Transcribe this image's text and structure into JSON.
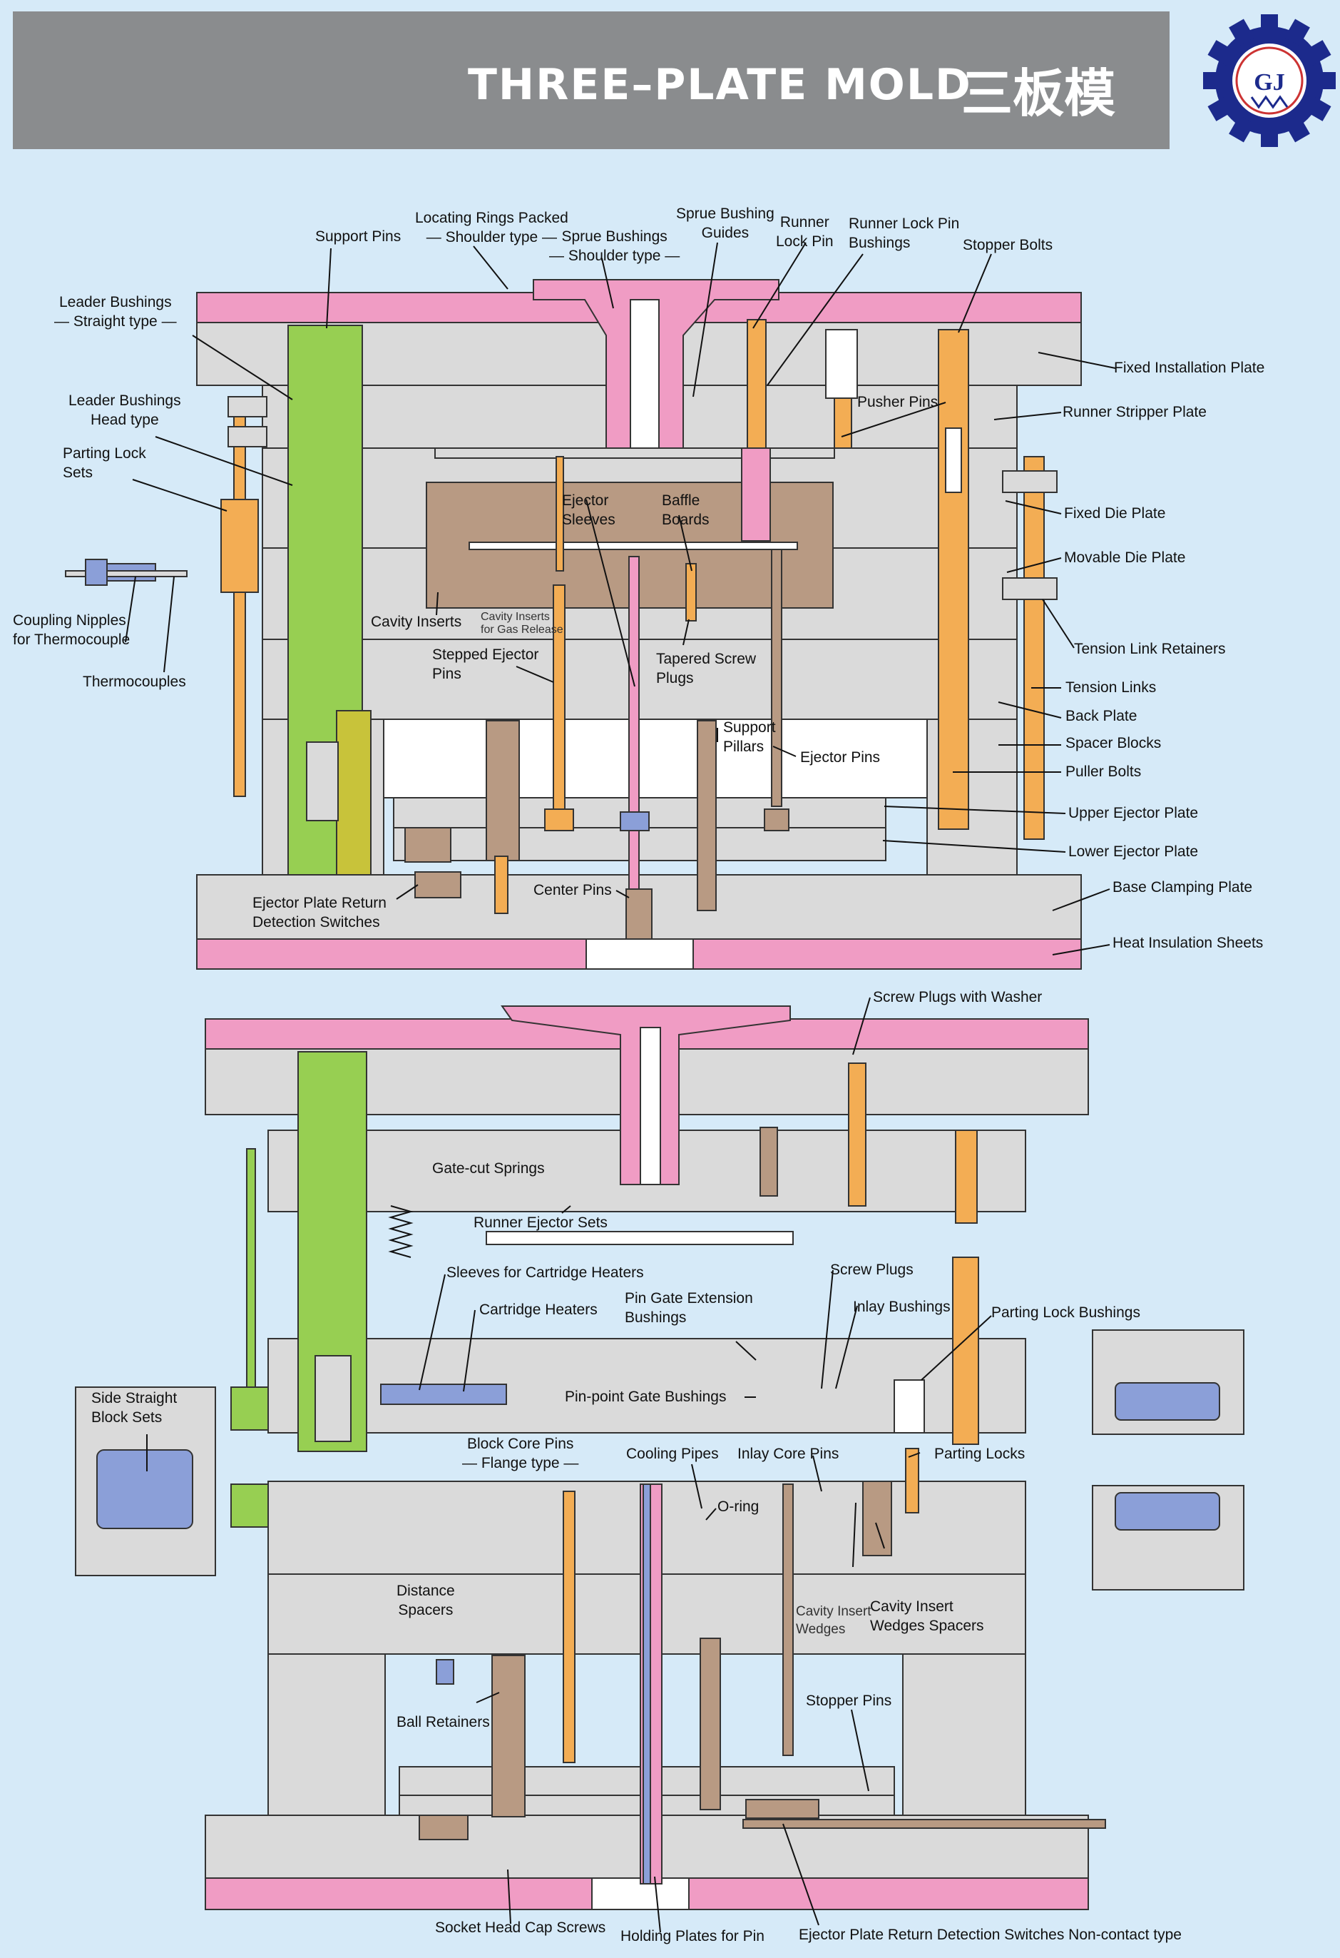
{
  "header": {
    "title": "THREE–PLATE MOLD",
    "title_cn": "三板模",
    "logo_text": "GJ",
    "bg_color": "#8a8c8e"
  },
  "colors": {
    "background": "#d6eaf8",
    "plate": "#dadada",
    "pink": "#f09cc4",
    "green": "#97cf52",
    "orange": "#f3ad54",
    "brown": "#b89a83",
    "blue_part": "#8b9fd8",
    "logo_blue": "#1c2a8c"
  },
  "top_labels": {
    "support_pins": "Support Pins",
    "locating_rings_1": "Locating Rings Packed",
    "locating_rings_2": "— Shoulder type —",
    "sprue_bushings_1": "Sprue Bushings",
    "sprue_bushings_2": "— Shoulder type —",
    "sprue_guides_1": "Sprue Bushing",
    "sprue_guides_2": "Guides",
    "runner_lock_pin_1": "Runner",
    "runner_lock_pin_2": "Lock Pin",
    "runner_lock_bush_1": "Runner Lock Pin",
    "runner_lock_bush_2": "Bushings",
    "stopper_bolts": "Stopper Bolts",
    "leader_straight_1": "Leader Bushings",
    "leader_straight_2": "— Straight type —",
    "leader_head_1": "Leader Bushings",
    "leader_head_2": "Head type",
    "parting_lock_sets_1": "Parting Lock",
    "parting_lock_sets_2": "Sets",
    "coupling_1": "Coupling Nipples",
    "coupling_2": "for Thermocouple",
    "thermocouples": "Thermocouples",
    "ejector_sleeves_1": "Ejector",
    "ejector_sleeves_2": "Sleeves",
    "baffle_1": "Baffle",
    "baffle_2": "Boards",
    "cavity_inserts": "Cavity Inserts",
    "cavity_gas_1": "Cavity Inserts",
    "cavity_gas_2": "for Gas Release",
    "stepped_1": "Stepped Ejector",
    "stepped_2": "Pins",
    "tapered_1": "Tapered Screw",
    "tapered_2": "Plugs",
    "support_pillars_1": "Support",
    "support_pillars_2": "Pillars",
    "ejector_pins": "Ejector Pins",
    "center_pins": "Center Pins",
    "return_switch_1": "Ejector Plate Return",
    "return_switch_2": "Detection Switches",
    "fixed_install": "Fixed Installation Plate",
    "runner_stripper": "Runner Stripper Plate",
    "pusher_pins": "Pusher Pins",
    "fixed_die": "Fixed Die Plate",
    "movable_die": "Movable Die Plate",
    "tension_retainers": "Tension Link Retainers",
    "tension_links": "Tension Links",
    "back_plate": "Back Plate",
    "spacer_blocks": "Spacer Blocks",
    "puller_bolts": "Puller Bolts",
    "upper_ejector": "Upper Ejector Plate",
    "lower_ejector": "Lower Ejector Plate",
    "base_clamping": "Base Clamping Plate",
    "heat_insulation": "Heat Insulation Sheets"
  },
  "bottom_labels": {
    "screw_plugs_washer": "Screw Plugs with Washer",
    "gate_cut_springs": "Gate-cut Springs",
    "runner_ejector_sets": "Runner Ejector Sets",
    "sleeves_cartridge": "Sleeves for Cartridge Heaters",
    "cartridge_heaters": "Cartridge Heaters",
    "pin_gate_ext_1": "Pin Gate Extension",
    "pin_gate_ext_2": "Bushings",
    "screw_plugs": "Screw Plugs",
    "inlay_bushings": "Inlay Bushings",
    "parting_lock_bushings": "Parting Lock Bushings",
    "side_straight_1": "Side Straight",
    "side_straight_2": "Block Sets",
    "pin_point_gate": "Pin-point Gate Bushings",
    "block_core_1": "Block Core Pins",
    "block_core_2": "— Flange type —",
    "cooling_pipes": "Cooling Pipes",
    "inlay_core_pins": "Inlay Core Pins",
    "parting_locks": "Parting Locks",
    "o_ring": "O-ring",
    "cavity_wedges_1": "Cavity Insert",
    "cavity_wedges_2": "Wedges",
    "cavity_wedge_spacers_1": "Cavity Insert",
    "cavity_wedge_spacers_2": "Wedges Spacers",
    "distance_spacers_1": "Distance",
    "distance_spacers_2": "Spacers",
    "ball_retainers": "Ball Retainers",
    "stopper_pins": "Stopper Pins",
    "socket_head": "Socket Head Cap Screws",
    "holding_plates": "Holding Plates for Pin",
    "noncontact": "Ejector Plate Return Detection Switches Non-contact type"
  }
}
